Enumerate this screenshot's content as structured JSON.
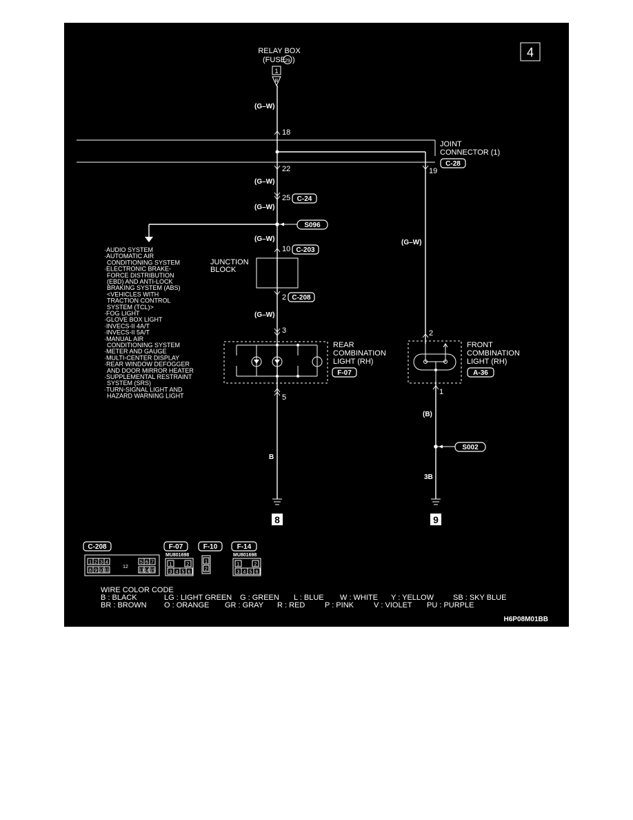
{
  "page_number": "4",
  "relay_box": {
    "line1": "RELAY BOX",
    "line2": "(FUSE",
    "fuse_no": "29",
    "line2_end": ")",
    "pin": "1"
  },
  "joint_connector": {
    "line1": "JOINT",
    "line2": "CONNECTOR (1)",
    "connector": "C-28"
  },
  "wire_gw": "(G–W)",
  "pins": {
    "p18": "18",
    "p22": "22",
    "p19": "19",
    "p25": "25",
    "p10": "10",
    "p2a": "2",
    "p3": "3",
    "p5": "5",
    "p2b": "2",
    "p1": "1"
  },
  "connectors": {
    "c24": "C-24",
    "c203": "C-203",
    "c208": "C-208",
    "s096": "S096",
    "s002": "S002",
    "f07": "F-07",
    "a36": "A-36"
  },
  "junction_block": {
    "line1": "JUNCTION",
    "line2": "BLOCK"
  },
  "rear_light": {
    "line1": "REAR",
    "line2": "COMBINATION",
    "line3": "LIGHT (RH)"
  },
  "front_light": {
    "line1": "FRONT",
    "line2": "COMBINATION",
    "line3": "LIGHT (RH)"
  },
  "wire_b": "B",
  "wire_b_paren": "(B)",
  "wire_3b": "3B",
  "ground_8": "8",
  "ground_9": "9",
  "system_list": [
    "·AUDIO SYSTEM",
    "·AUTOMATIC AIR",
    "CONDITIONING SYSTEM",
    "·ELECTRONIC BRAKE-",
    "FORCE DISTRIBUTION",
    "(EBD) AND ANTI-LOCK",
    "BRAKING SYSTEM (ABS)",
    "<VEHICLES WITH",
    "TRACTION CONTROL",
    "SYSTEM (TCL)>",
    "·FOG LIGHT",
    "·GLOVE BOX LIGHT",
    "·INVECS-II 4A/T",
    "·INVECS-II 5A/T",
    "·MANUAL AIR",
    "CONDITIONING SYSTEM",
    "·METER AND GAUGE",
    "·MULTI-CENTER DISPLAY",
    "·REAR WINDOW DEFOGGER",
    "AND DOOR MIRROR HEATER",
    "·SUPPLEMENTAL RESTRAINT",
    "SYSTEM (SRS)",
    "·TURN-SIGNAL LIGHT AND",
    "HAZARD WARNING LIGHT"
  ],
  "legend_connectors": {
    "c208": {
      "label": "C-208",
      "row1": [
        "1",
        "2",
        "3",
        "4",
        "5",
        "6",
        "7"
      ],
      "row2": [
        "8",
        "9",
        "10",
        "11",
        "13",
        "14",
        "15"
      ],
      "center": "12"
    },
    "f07": {
      "label": "F-07",
      "part": "MU801698",
      "row1": [
        "1",
        "2"
      ],
      "row2": [
        "3",
        "4",
        "5",
        "6"
      ]
    },
    "f10": {
      "label": "F-10",
      "pins": [
        "1",
        "2"
      ]
    },
    "f14": {
      "label": "F-14",
      "part": "MU801698",
      "row1": [
        "1",
        "2"
      ],
      "row2": [
        "3",
        "4",
        "5",
        "6"
      ]
    }
  },
  "wire_color_code": {
    "title": "WIRE COLOR CODE",
    "row1": [
      "B : BLACK",
      "LG : LIGHT GREEN",
      "G : GREEN",
      "L : BLUE",
      "W : WHITE",
      "Y : YELLOW",
      "SB : SKY BLUE"
    ],
    "row2": [
      "BR : BROWN",
      "O : ORANGE",
      "GR : GRAY",
      "R : RED",
      "P : PINK",
      "V : VIOLET",
      "PU : PURPLE"
    ]
  },
  "figure_code": "H6P08M01BB",
  "colors": {
    "background": "#000000",
    "ink": "#ffffff",
    "page": "#ffffff"
  }
}
